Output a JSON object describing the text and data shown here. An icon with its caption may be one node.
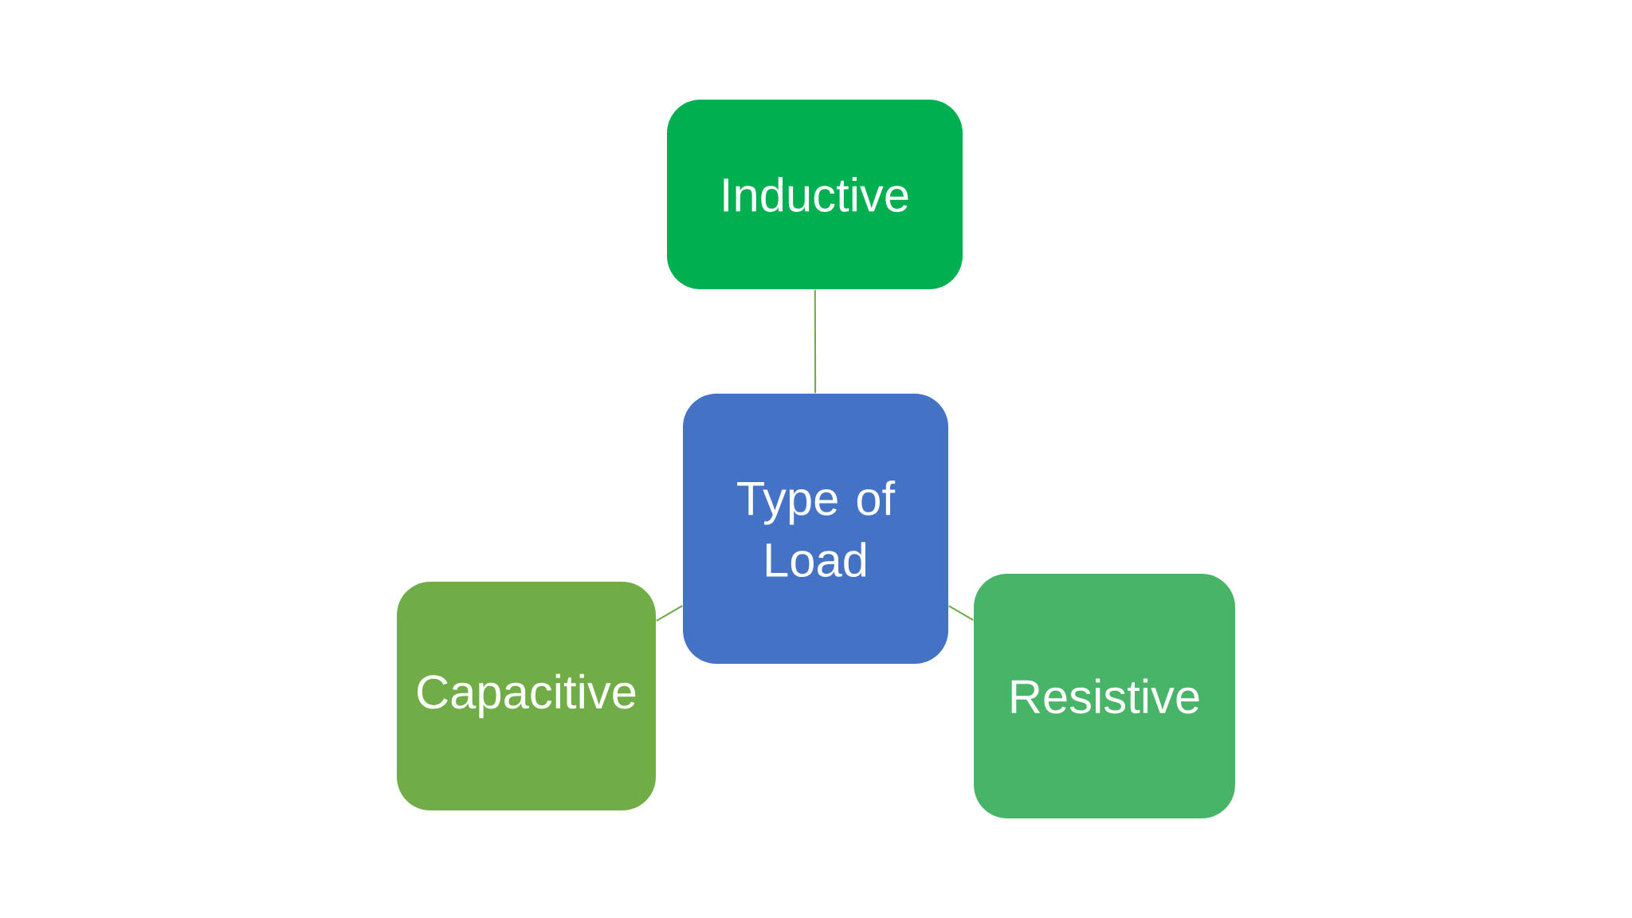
{
  "diagram": {
    "nodes": [
      {
        "text": [
          "Inductive"
        ]
      },
      {
        "text": [
          "Type of Load"
        ]
      },
      {
        "text": [
          "Capacitive"
        ]
      },
      {
        "text": [
          "Resistive"
        ]
      }
    ],
    "edges": [
      {
        "from": 1,
        "to": 0,
        "arrow": "none"
      },
      {
        "from": 1,
        "to": 2,
        "arrow": "none"
      },
      {
        "from": 1,
        "to": 3,
        "arrow": "none"
      }
    ]
  }
}
